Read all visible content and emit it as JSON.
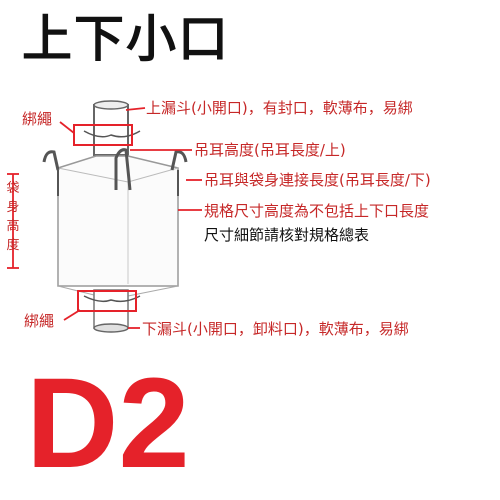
{
  "title": "上下小口",
  "code": "D2",
  "labels": {
    "top_rope": "綁繩",
    "bottom_rope": "綁繩",
    "top_spout": "上漏斗(小開口)，有封口，軟薄布，易綁",
    "loop_height": "吊耳高度(吊耳長度/上)",
    "loop_join": "吊耳與袋身連接長度(吊耳長度/下)",
    "spec_note": "規格尺寸高度為不包括上下口長度",
    "detail_note": "尺寸細節請核對規格總表",
    "bottom_spout": "下漏斗(小開口，卸料口)，軟薄布，易綁",
    "bag_height_chars": [
      "袋",
      "身",
      "高",
      "度"
    ]
  },
  "colors": {
    "accent": "#e5222a",
    "label": "#c62828",
    "line": "#555555"
  }
}
